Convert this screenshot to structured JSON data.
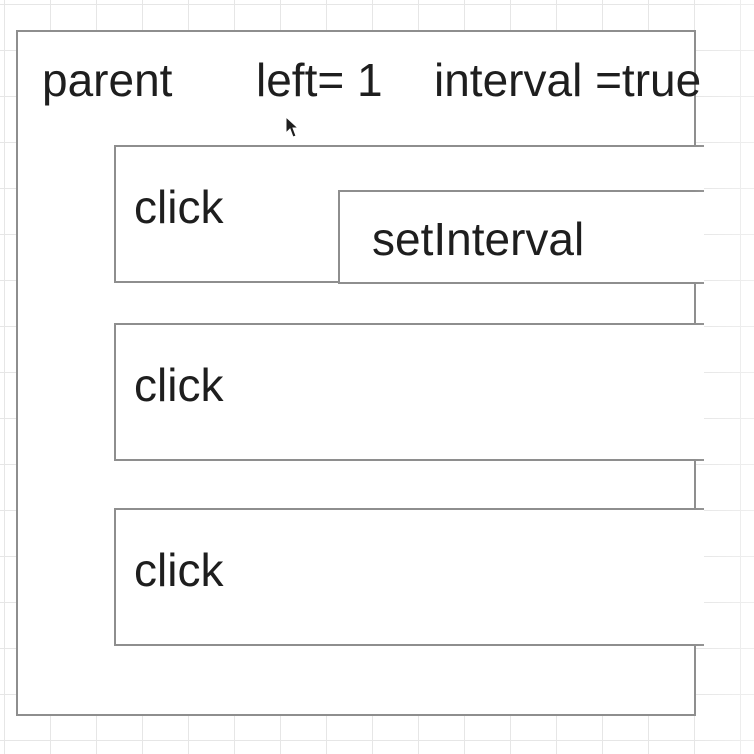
{
  "parent": {
    "title": "parent",
    "left_text": "left= 1",
    "interval_text": "interval =true"
  },
  "children": [
    {
      "label": "click",
      "inner_label": "setInterval"
    },
    {
      "label": "click"
    },
    {
      "label": "click"
    }
  ],
  "colors": {
    "border": "#8e8e8e",
    "grid": "#e6e6e6",
    "text": "#1e1e1e"
  },
  "icons": {
    "cursor": "mouse-cursor-icon"
  }
}
